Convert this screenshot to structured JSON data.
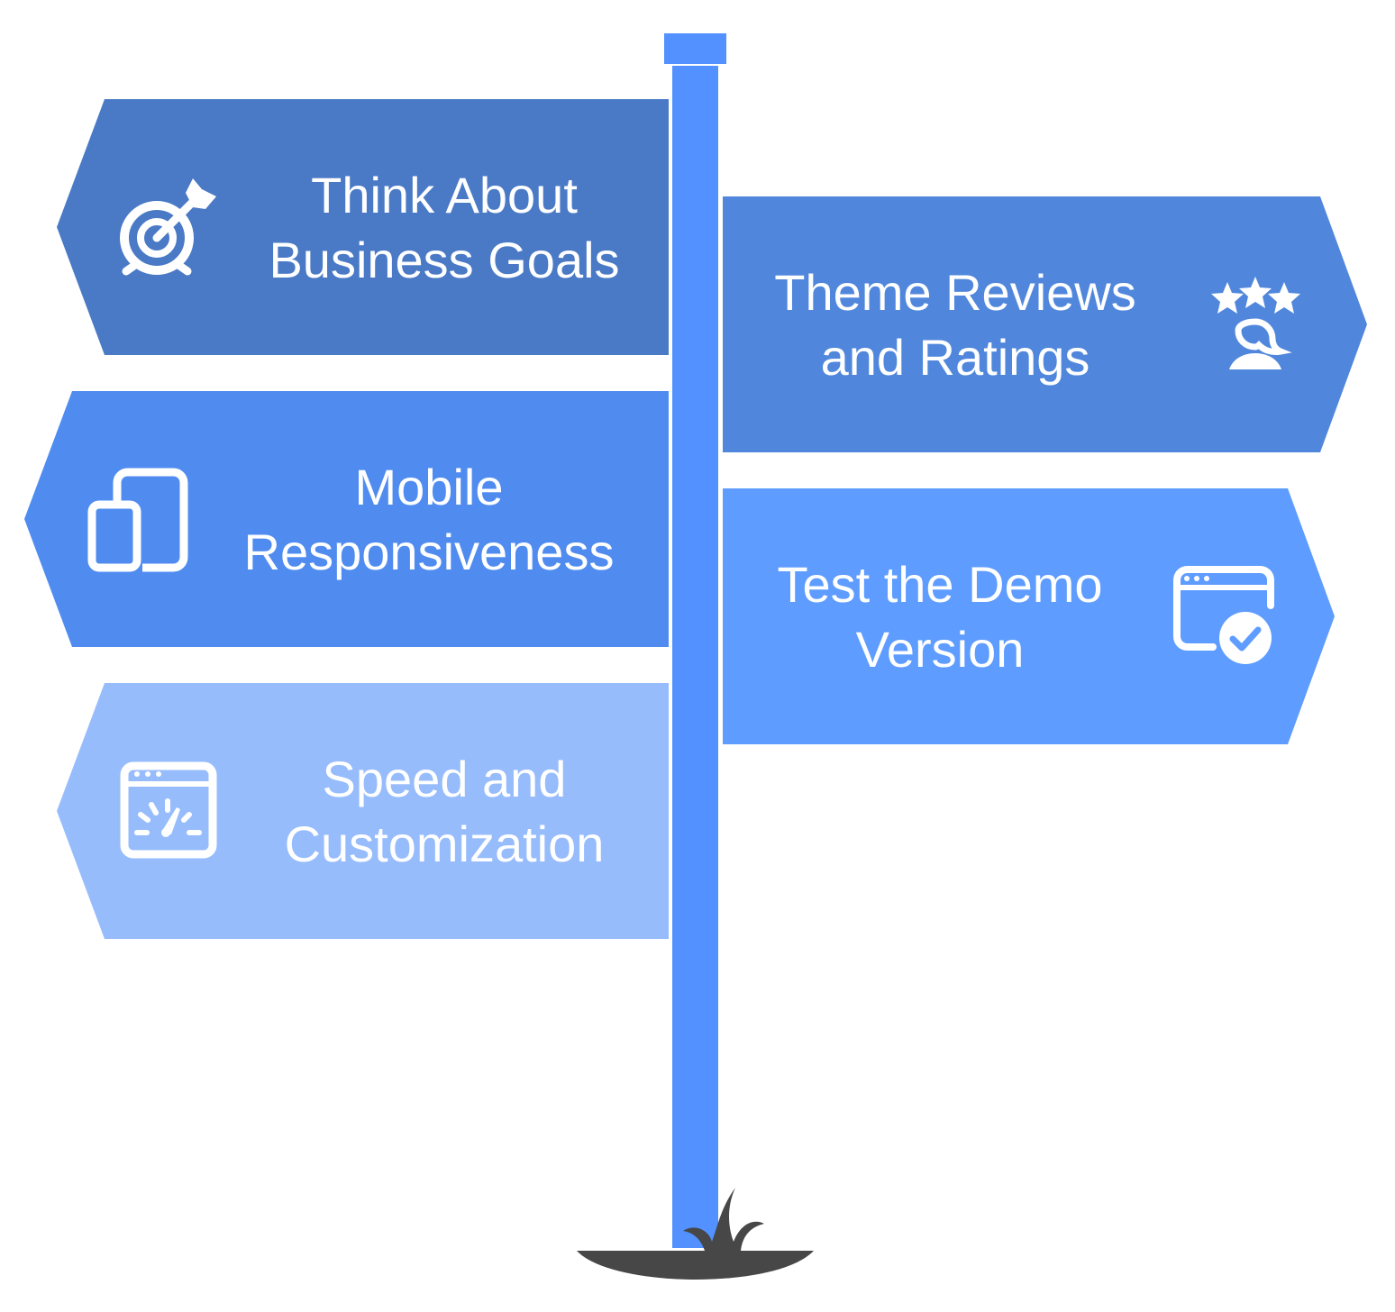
{
  "signs": [
    {
      "id": "business-goals",
      "side": "left",
      "color": "#4A7AC6",
      "icon": "target-arrow-icon",
      "lines": [
        "Think About",
        "Business Goals"
      ]
    },
    {
      "id": "theme-reviews",
      "side": "right",
      "color": "#5087DC",
      "icon": "stars-reviewer-icon",
      "lines": [
        "Theme Reviews",
        "and Ratings"
      ]
    },
    {
      "id": "mobile-responsiveness",
      "side": "left",
      "color": "#508CF0",
      "icon": "devices-icon",
      "lines": [
        "Mobile",
        "Responsiveness"
      ]
    },
    {
      "id": "test-demo",
      "side": "right",
      "color": "#5E9CFF",
      "icon": "browser-check-icon",
      "lines": [
        "Test the Demo",
        "Version"
      ]
    },
    {
      "id": "speed-customization",
      "side": "left",
      "color": "#97BCFC",
      "icon": "browser-speedometer-icon",
      "lines": [
        "Speed and",
        "Customization"
      ]
    }
  ],
  "pole": {
    "color": "#5291FF"
  },
  "ground": {
    "color": "#474747"
  }
}
